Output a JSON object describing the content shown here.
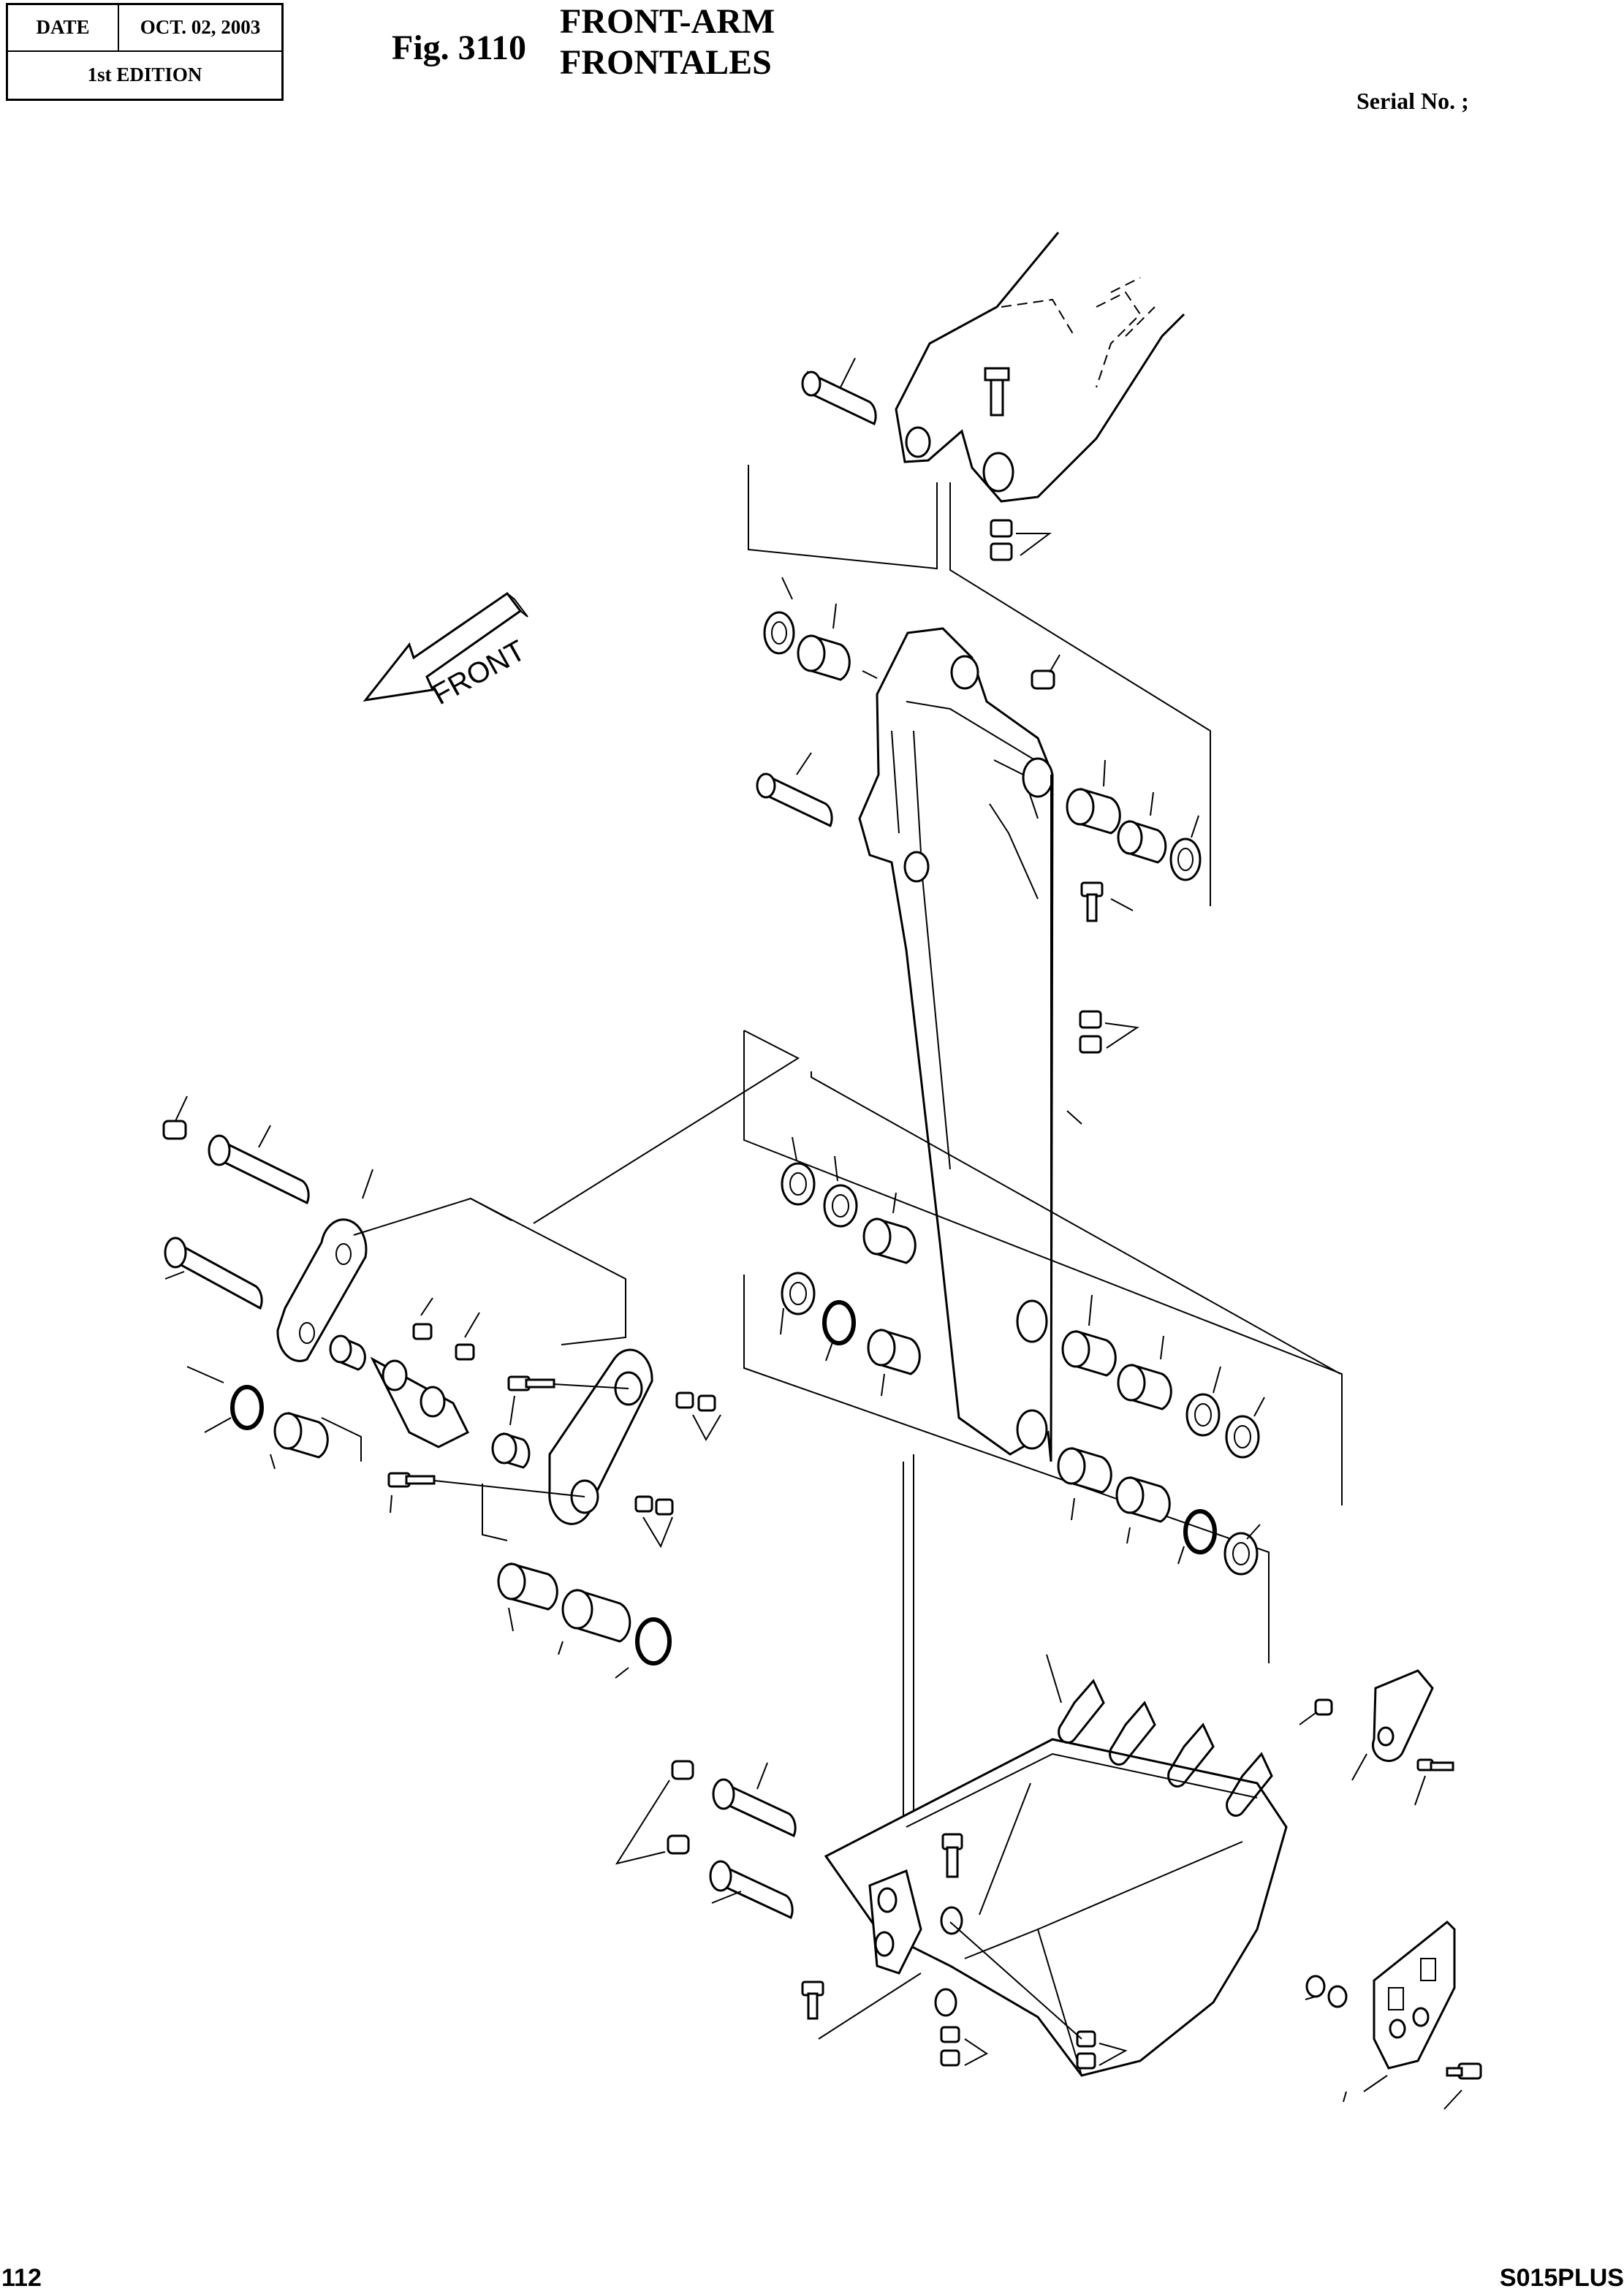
{
  "header": {
    "date_label": "DATE",
    "date_value": "OCT. 02, 2003",
    "edition": "1st EDITION"
  },
  "figure": {
    "number": "Fig. 3110",
    "title_en": "FRONT-ARM",
    "title_fr": "FRONTALES"
  },
  "serial_label": "Serial No. ;",
  "arrow_label": "FRONT",
  "footer": {
    "page_number": "112",
    "model": "S015PLUS"
  },
  "icons": [
    "front-direction-arrow",
    "arm-exploded-view",
    "bucket-exploded-view",
    "link-exploded-view",
    "tooth-exploded-view"
  ]
}
